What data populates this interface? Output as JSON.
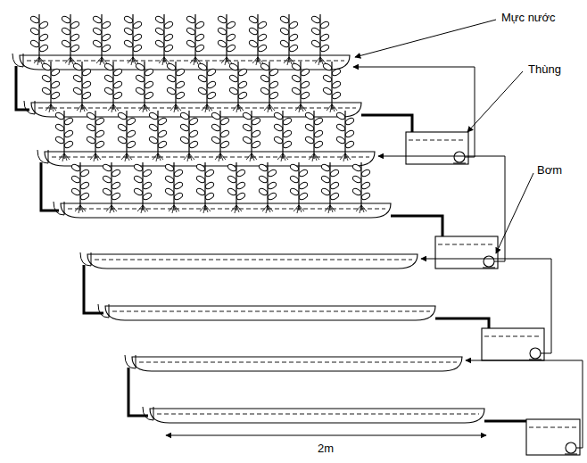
{
  "diagram": {
    "labels": [
      "Mực nước",
      "Thùng",
      "Bơm",
      "2m"
    ]
  }
}
